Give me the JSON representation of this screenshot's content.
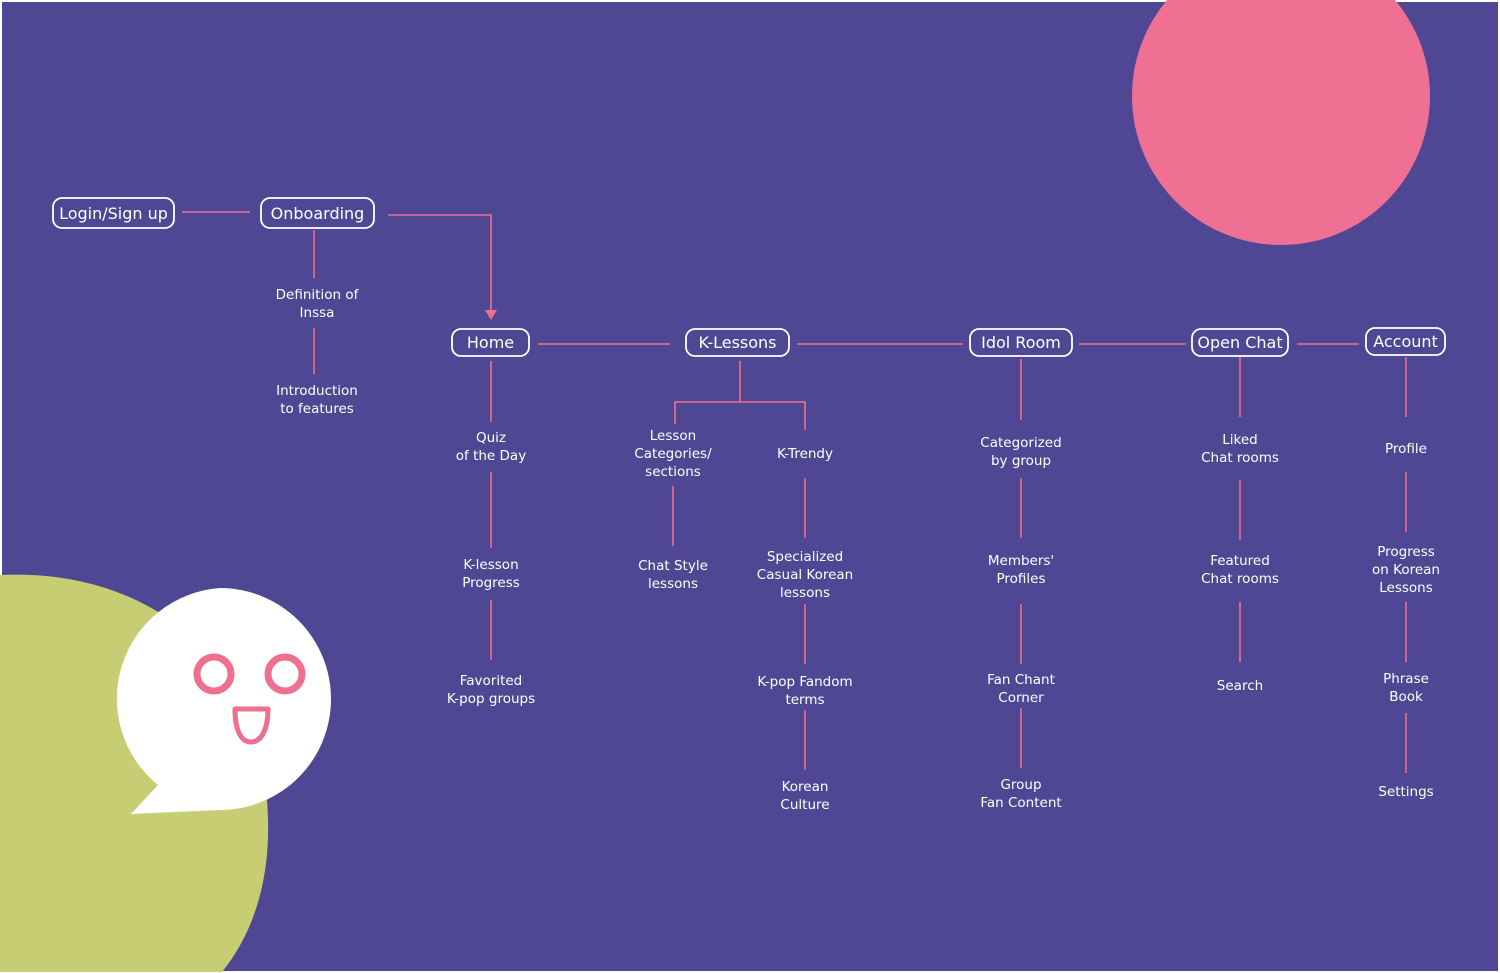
{
  "colors": {
    "background": "#4F4794",
    "frame": "#FFFFFF",
    "line": "#EE6F8F",
    "circle": "#EF7093",
    "blob": "#C6CD72",
    "bubble": "#FFFFFF",
    "face": "#EE6F8F",
    "text": "#FFFFFF"
  },
  "flow": {
    "login": "Login/Sign up",
    "onboarding": "Onboarding",
    "onboarding_items": [
      [
        "Definition of",
        "Inssa"
      ],
      [
        "Introduction",
        "to features"
      ]
    ]
  },
  "tabs": {
    "home": {
      "label": "Home",
      "items": [
        [
          "Quiz",
          "of the Day"
        ],
        [
          "K-lesson",
          "Progress"
        ],
        [
          "Favorited",
          "K-pop groups"
        ]
      ]
    },
    "klessons": {
      "label": "K-Lessons",
      "left": [
        [
          "Lesson",
          "Categories/",
          "sections"
        ],
        [
          "Chat Style",
          "lessons"
        ]
      ],
      "right": [
        [
          "K-Trendy"
        ],
        [
          "Specialized",
          "Casual Korean",
          "lessons"
        ],
        [
          "K-pop Fandom",
          "terms"
        ],
        [
          "Korean",
          "Culture"
        ]
      ]
    },
    "idol": {
      "label": "Idol Room",
      "items": [
        [
          "Categorized",
          "by group"
        ],
        [
          "Members'",
          "Profiles"
        ],
        [
          "Fan Chant",
          "Corner"
        ],
        [
          "Group",
          "Fan Content"
        ]
      ]
    },
    "openchat": {
      "label": "Open Chat",
      "items": [
        [
          "Liked",
          "Chat rooms"
        ],
        [
          "Featured",
          "Chat rooms"
        ],
        [
          "Search"
        ]
      ]
    },
    "account": {
      "label": "Account",
      "items": [
        [
          "Profile"
        ],
        [
          "Progress",
          "on Korean",
          "Lessons"
        ],
        [
          "Phrase",
          "Book"
        ],
        [
          "Settings"
        ]
      ]
    }
  }
}
